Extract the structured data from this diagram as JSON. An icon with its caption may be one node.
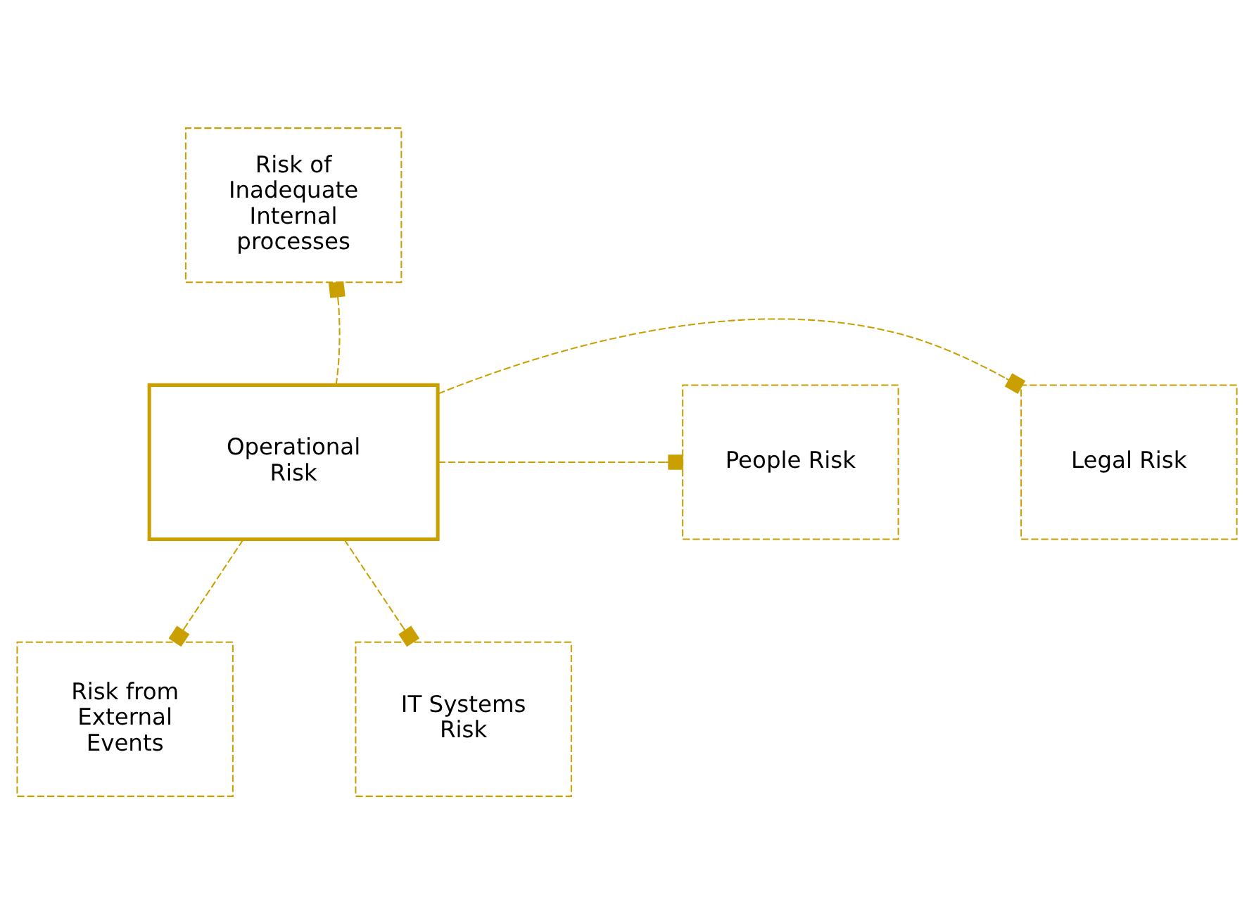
{
  "diagram": {
    "nodes": [
      {
        "text": [
          "Operational Risk"
        ]
      },
      {
        "text": [
          "Risk of Inadequate Internal processes"
        ]
      },
      {
        "text": [
          "Legal Risk"
        ]
      },
      {
        "text": [
          "People Risk"
        ]
      },
      {
        "text": [
          "Risk from External Events"
        ]
      },
      {
        "text": [
          "IT Systems Risk"
        ]
      }
    ],
    "edges": [
      {
        "from": 0,
        "to": 1,
        "arrow": "other",
        "style": "dashed"
      },
      {
        "from": 0,
        "to": 2,
        "arrow": "other",
        "style": "dashed"
      },
      {
        "from": 0,
        "to": 3,
        "arrow": "other",
        "style": "dashed"
      },
      {
        "from": 0,
        "to": 4,
        "arrow": "other",
        "style": "dashed"
      },
      {
        "from": 0,
        "to": 5,
        "arrow": "other",
        "style": "dashed"
      }
    ]
  }
}
